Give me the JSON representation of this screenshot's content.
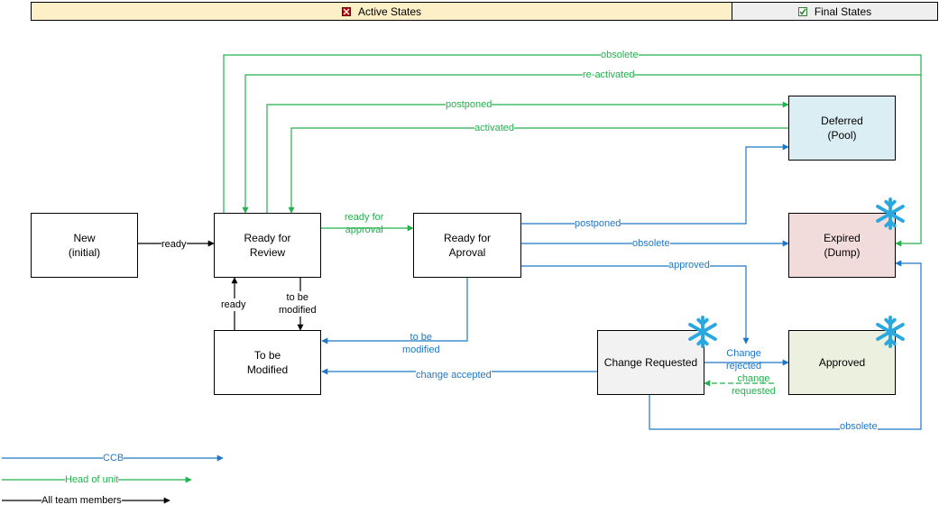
{
  "header": {
    "active_label": "Active States",
    "final_label": "Final States",
    "active_color": "#fdf0c6",
    "final_color": "#efefef"
  },
  "colors": {
    "ccb": "#1f77c4",
    "head": "#22b14c",
    "team": "#000000"
  },
  "states": {
    "new": {
      "label": "New\n(initial)",
      "fill": "#ffffff"
    },
    "ready_review": {
      "label": "Ready for\nReview",
      "fill": "#ffffff"
    },
    "ready_approval": {
      "label": "Ready for\nAproval",
      "fill": "#ffffff"
    },
    "to_be_modified": {
      "label": "To be\nModified",
      "fill": "#ffffff"
    },
    "change_requested": {
      "label": "Change Requested",
      "fill": "#f2f2f2"
    },
    "deferred": {
      "label": "Deferred\n(Pool)",
      "fill": "#daeef3"
    },
    "expired": {
      "label": "Expired\n(Dump)",
      "fill": "#f2dcdb"
    },
    "approved": {
      "label": "Approved",
      "fill": "#ebf1de"
    }
  },
  "transitions": {
    "obsolete_top": "obsolete",
    "reactivated": "re-activated",
    "postponed_top": "postponed",
    "activated": "activated",
    "ready_new": "ready",
    "ready_for_approval": "ready for\napproval",
    "postponed_mid": "postponed",
    "obsolete_mid": "obsolete",
    "approved": "approved",
    "to_be_modified_team": "to be\nmodified",
    "ready_back": "ready",
    "to_be_modified_ccb": "to be\nmodified",
    "change_accepted": "change accepted",
    "change_rejected": "Change\nrejected",
    "change_requested_hou": "change\nrequested",
    "obsolete_bottom": "obsolete"
  },
  "legend": {
    "ccb": "CCB",
    "head_of_unit": "Head of unit",
    "team": "All team members"
  }
}
